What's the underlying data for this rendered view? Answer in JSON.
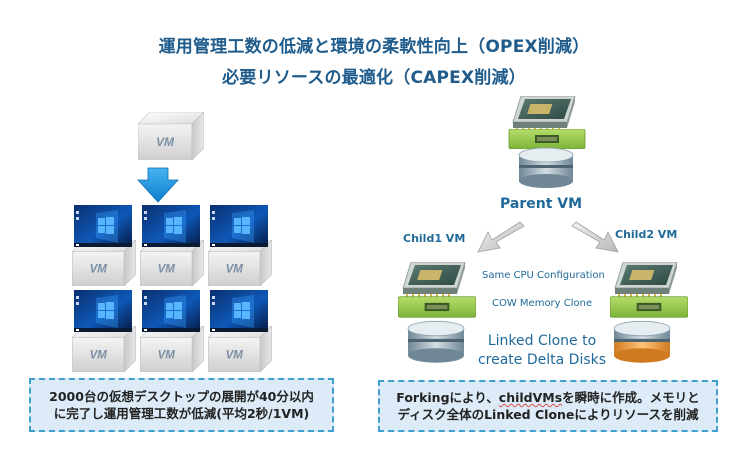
{
  "header": {
    "line1": "運用管理工数の低減と環境の柔軟性向上（OPEX削減）",
    "line2": "必要リソースの最適化（CAPEX削減）"
  },
  "left": {
    "cube_label": "VM",
    "caption_line1": "2000台の仮想デスクトップの展開が40分以内",
    "caption_line2": "に完了し運用管理工数が低減(平均2秒/1VM)"
  },
  "right": {
    "parent_label": "Parent VM",
    "child1_label": "Child1 VM",
    "child2_label": "Child2 VM",
    "same_cpu": "Same CPU Configuration",
    "cow_memory": "COW Memory Clone",
    "linked_line1": "Linked Clone to",
    "linked_line2": "create Delta Disks",
    "caption_line1_pre": "Forkingにより、",
    "caption_line1_wavy": "childVMs",
    "caption_line1_post": "を瞬時に作成。メモリと",
    "caption_line2": "ディスク全体のLinked Cloneによりリソースを削減"
  },
  "colors": {
    "title": "#1f5c8c",
    "caption_bg": "#dcebf7",
    "caption_border": "#3fa0cf",
    "memory_green": "#8cc63f",
    "disk_orange": "#f0a040",
    "arrow_blue": "#1a8fd8"
  }
}
